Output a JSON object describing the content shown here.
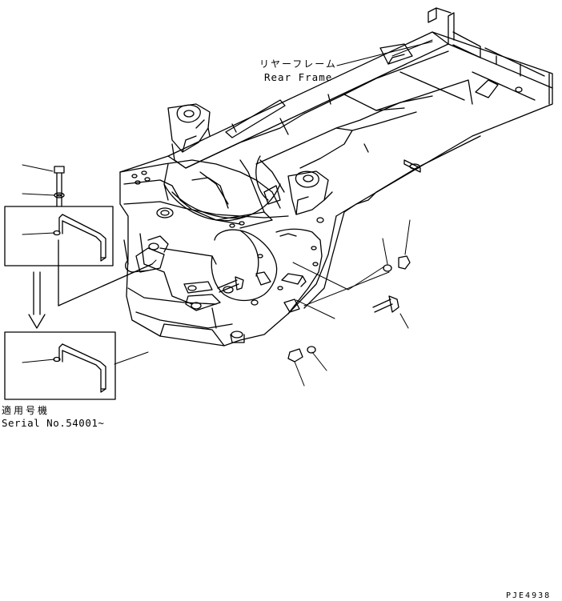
{
  "labels": {
    "rear_frame_jp": "リヤーフレーム",
    "rear_frame_en": "Rear Frame",
    "applicable_jp": "適用号機",
    "serial": "Serial No.54001~",
    "drawing_code": "PJE4938"
  },
  "colors": {
    "line": "#000000",
    "background": "#ffffff"
  }
}
